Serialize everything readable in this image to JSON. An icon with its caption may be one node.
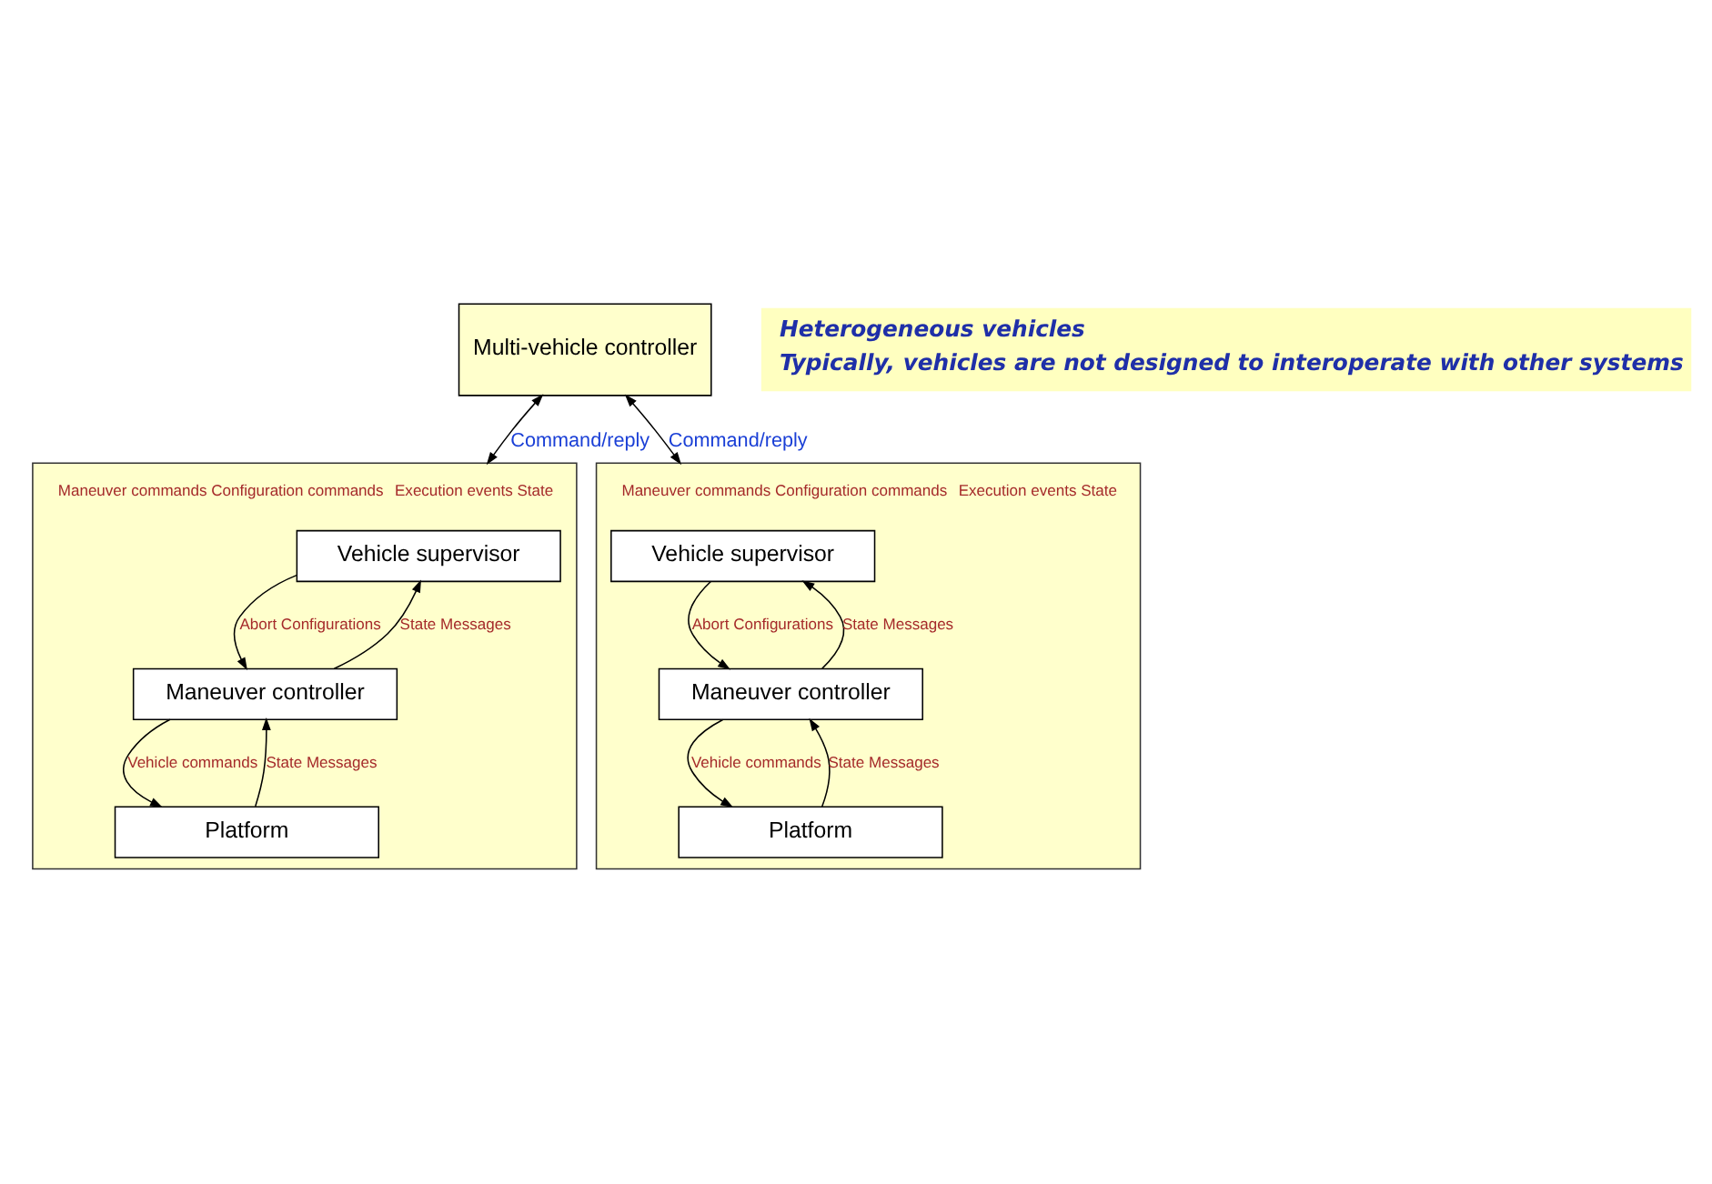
{
  "diagram": {
    "nodes": [
      {
        "text": [
          "Multi-vehicle controller"
        ]
      },
      {
        "text": [
          "Maneuver commands Configuration commands",
          "Execution events State"
        ]
      },
      {
        "text": [
          "Vehicle supervisor"
        ],
        "in": 1
      },
      {
        "text": [
          "Maneuver controller"
        ],
        "in": 1
      },
      {
        "text": [
          "Platform"
        ],
        "in": 1
      },
      {
        "text": [
          "Maneuver commands Configuration commands",
          "Execution events State"
        ]
      },
      {
        "text": [
          "Vehicle supervisor"
        ],
        "in": 5
      },
      {
        "text": [
          "Maneuver controller"
        ],
        "in": 5
      },
      {
        "text": [
          "Platform"
        ],
        "in": 5
      },
      {
        "text": [
          "Heterogeneous vehicles",
          "Typically, vehicles are not designed to interoperate with other systems"
        ]
      }
    ],
    "edges": [
      {
        "from": 0,
        "to": 1,
        "arrow": "both",
        "label": "Command/reply"
      },
      {
        "from": 0,
        "to": 5,
        "arrow": "both",
        "label": "Command/reply"
      },
      {
        "from": 2,
        "to": 3,
        "arrow": "to",
        "label": "Abort Configurations"
      },
      {
        "from": 3,
        "to": 2,
        "arrow": "to",
        "label": "State Messages"
      },
      {
        "from": 3,
        "to": 4,
        "arrow": "to",
        "label": "Vehicle commands"
      },
      {
        "from": 4,
        "to": 3,
        "arrow": "to",
        "label": "State Messages"
      },
      {
        "from": 6,
        "to": 7,
        "arrow": "to",
        "label": "Abort Configurations"
      },
      {
        "from": 7,
        "to": 6,
        "arrow": "to",
        "label": "State Messages"
      },
      {
        "from": 7,
        "to": 8,
        "arrow": "to",
        "label": "Vehicle commands"
      },
      {
        "from": 8,
        "to": 7,
        "arrow": "to",
        "label": "State Messages"
      }
    ]
  }
}
